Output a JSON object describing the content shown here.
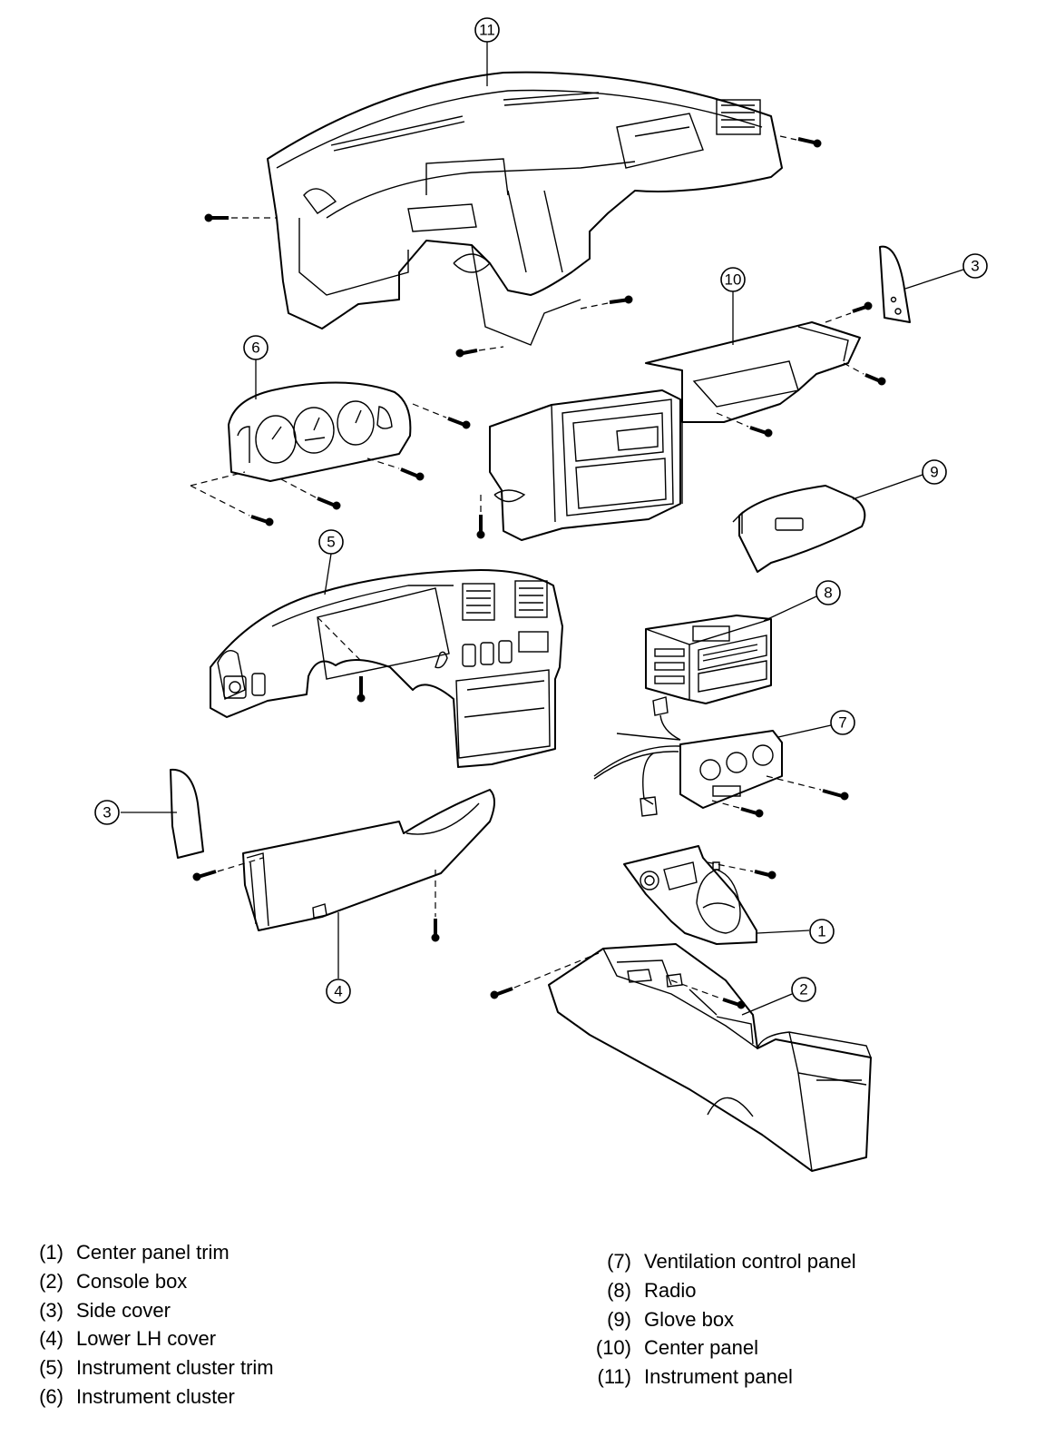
{
  "callouts": [
    "1",
    "2",
    "3",
    "3",
    "4",
    "5",
    "6",
    "7",
    "8",
    "9",
    "10",
    "11"
  ],
  "legend": {
    "left": [
      {
        "num": "(1)",
        "label": "Center panel trim"
      },
      {
        "num": "(2)",
        "label": "Console box"
      },
      {
        "num": "(3)",
        "label": "Side cover"
      },
      {
        "num": "(4)",
        "label": "Lower LH cover"
      },
      {
        "num": "(5)",
        "label": "Instrument cluster trim"
      },
      {
        "num": "(6)",
        "label": "Instrument cluster"
      }
    ],
    "right": [
      {
        "num": "(7)",
        "label": "Ventilation control panel"
      },
      {
        "num": "(8)",
        "label": "Radio"
      },
      {
        "num": "(9)",
        "label": "Glove box"
      },
      {
        "num": "(10)",
        "label": "Center panel"
      },
      {
        "num": "(11)",
        "label": "Instrument panel"
      }
    ]
  }
}
